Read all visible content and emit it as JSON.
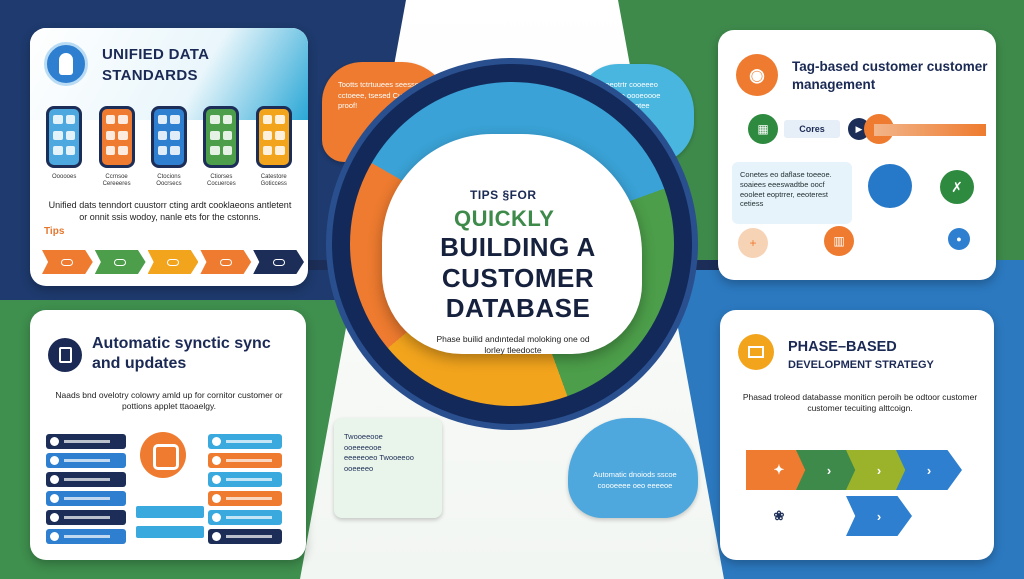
{
  "center": {
    "tips": "TIPS §FOR",
    "quickly": "QUICKLY",
    "main_title": "BUILDING A CUSTOMER DATABASE",
    "subtitle": "Phase builid andıntedal moloking one od lorley tleedocte"
  },
  "panel_unified": {
    "title": "UNIFIED DATA STANDARDS",
    "cylinders": [
      {
        "label": "Oooooes",
        "color": "#4ca8de"
      },
      {
        "label": "Ccrnsoe Cereeeres",
        "color": "#ee7b2f"
      },
      {
        "label": "Ctocions Oocrsecs",
        "color": "#2e7fcf"
      },
      {
        "label": "Ctiorses Cocuerces",
        "color": "#4c9e4a"
      },
      {
        "label": "Catestore Goticcess",
        "color": "#f2a41d"
      }
    ],
    "text": "Unified dats tenndort cuustorr cting ardt cooklaeons antletent or onnit ssis wodoy, nanle ets for the cstonns.",
    "tips_label": "Tips",
    "arrow_colors": [
      "#ee7b2f",
      "#4c9e4a",
      "#f2a41d",
      "#ee7b2f",
      "#1c2e57"
    ]
  },
  "panel_tag": {
    "title": "Tag-based customer customer management",
    "cores_label": "Cores",
    "note": "Conetes eo daflase toeeoe. soaiees eeeswadtbe oocf eooleet eoptrrer, eeoterest cetiess",
    "colors": {
      "green": "#2d8a3f",
      "blue": "#2678c8",
      "orange": "#ee7b2f"
    }
  },
  "panel_sync": {
    "title": "Automatic synctic sync and updates",
    "text": "Naads bnd ovelotry colowry amld up for cornitor customer or pottions applet ttaoaelgy.",
    "list_left_colors": [
      "#1c2e57",
      "#2e7fcf",
      "#1c2e57",
      "#2e7fcf",
      "#1c2e57",
      "#2e7fcf"
    ],
    "list_right_colors": [
      "#3aa9de",
      "#ee7b2f",
      "#3aa9de",
      "#ee7b2f",
      "#3aa9de",
      "#1c2e57"
    ]
  },
  "panel_phase": {
    "title": "PHASE–BASED",
    "subtitle": "DEVELOPMENT STRATEGY",
    "text": "Phasad troleod databasse moniticn peroih be odtoor customer customer tecuiting alttcoign.",
    "arrows_row1": [
      {
        "symbol": "✦",
        "color": "#ee7b2f"
      },
      {
        "symbol": "›",
        "color": "#3e8a4b"
      },
      {
        "symbol": "›",
        "color": "#9ab32a"
      },
      {
        "symbol": "›",
        "color": "#2e7fcf"
      }
    ],
    "arrows_row2": [
      {
        "symbol": "❀",
        "color": "#ffffff"
      },
      {
        "symbol": "›",
        "color": "#2e7fcf"
      }
    ]
  },
  "bubbles": {
    "orange": "Tootts tctrtuuees seesse cctoeee, tsesed Customer proof!",
    "blue": "Peeoeotrtr cooeeeo soeeeeee oooeoooe Colorner ceootee eeeooeee",
    "green": "Twooeeooe ooeeeeooe eeeeeoeo Twooeeoo ooeeeeo",
    "cloud": "Automatic dnoiods sscoe coooeeee oeo eeeeoe"
  }
}
